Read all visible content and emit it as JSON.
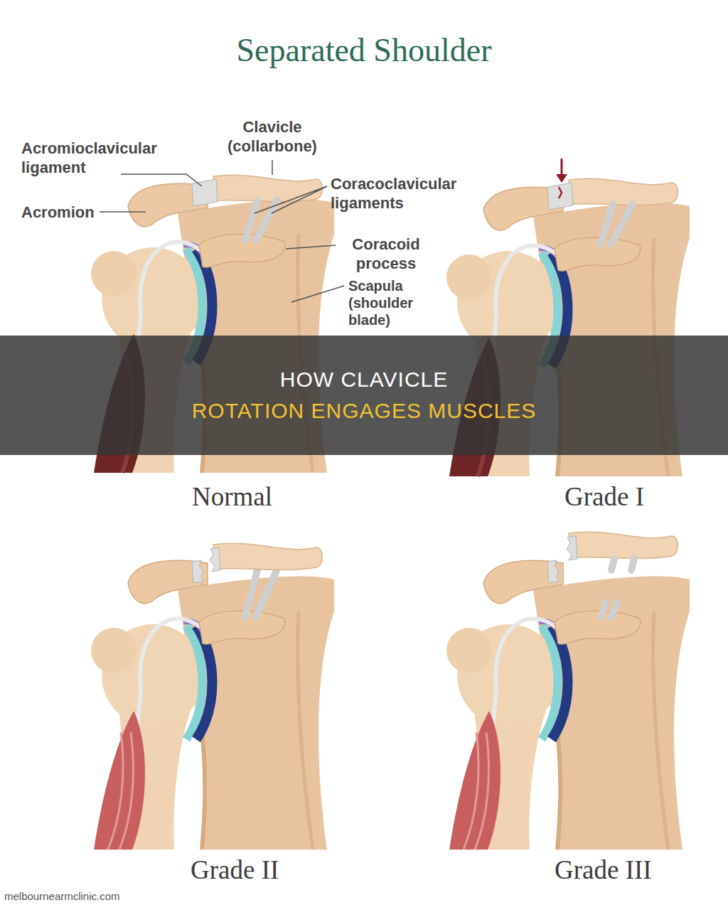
{
  "diagram": {
    "title": "Separated Shoulder",
    "nodes": [
      {
        "text": [
          "HOW CLAVICLE",
          "ROTATION ENGAGES MUSCLES"
        ]
      }
    ],
    "labels": [
      "Clavicle (collarbone)",
      "Acromioclavicular ligament",
      "Coracoclavicular ligaments",
      "Acromion",
      "Coracoid process",
      "Scapula (shoulder blade)",
      "Normal",
      "Grade I",
      "Grade II",
      "Grade III",
      "melbournearmclinic.com"
    ]
  }
}
